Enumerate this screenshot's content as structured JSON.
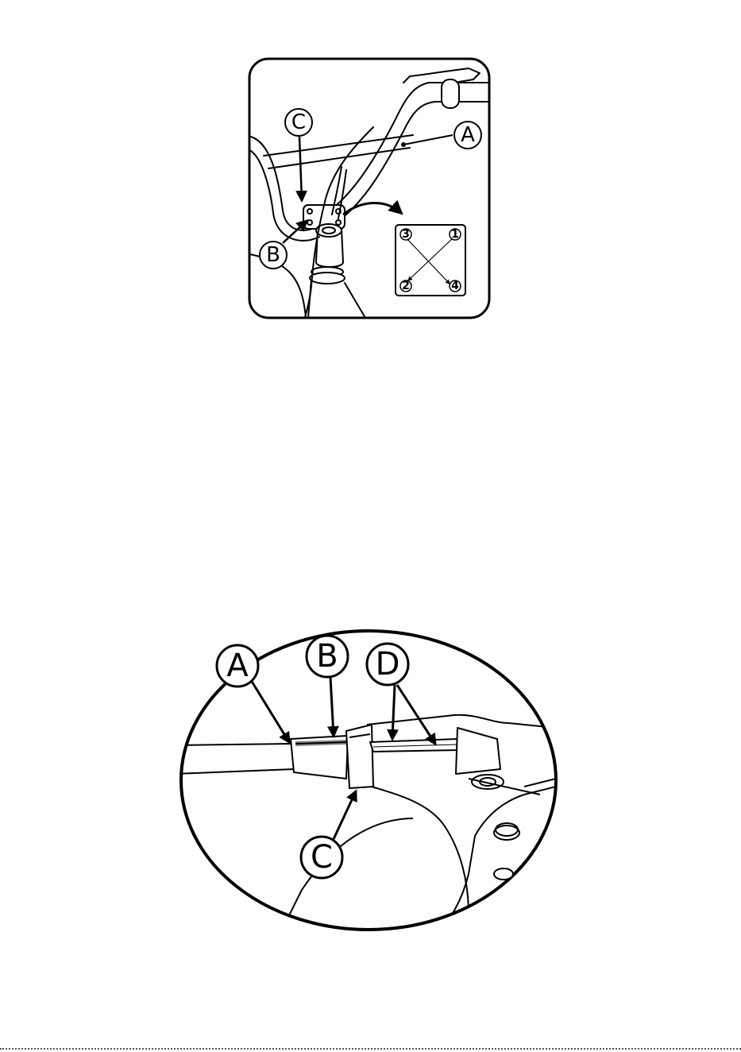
{
  "figure_top": {
    "callouts": {
      "a": "A",
      "b": "B",
      "c": "C"
    },
    "inset_steps": {
      "s1": "1",
      "s2": "2",
      "s3": "3",
      "s4": "4"
    }
  },
  "figure_bottom": {
    "callouts": {
      "a": "A",
      "b": "B",
      "c": "C",
      "d": "D"
    }
  }
}
